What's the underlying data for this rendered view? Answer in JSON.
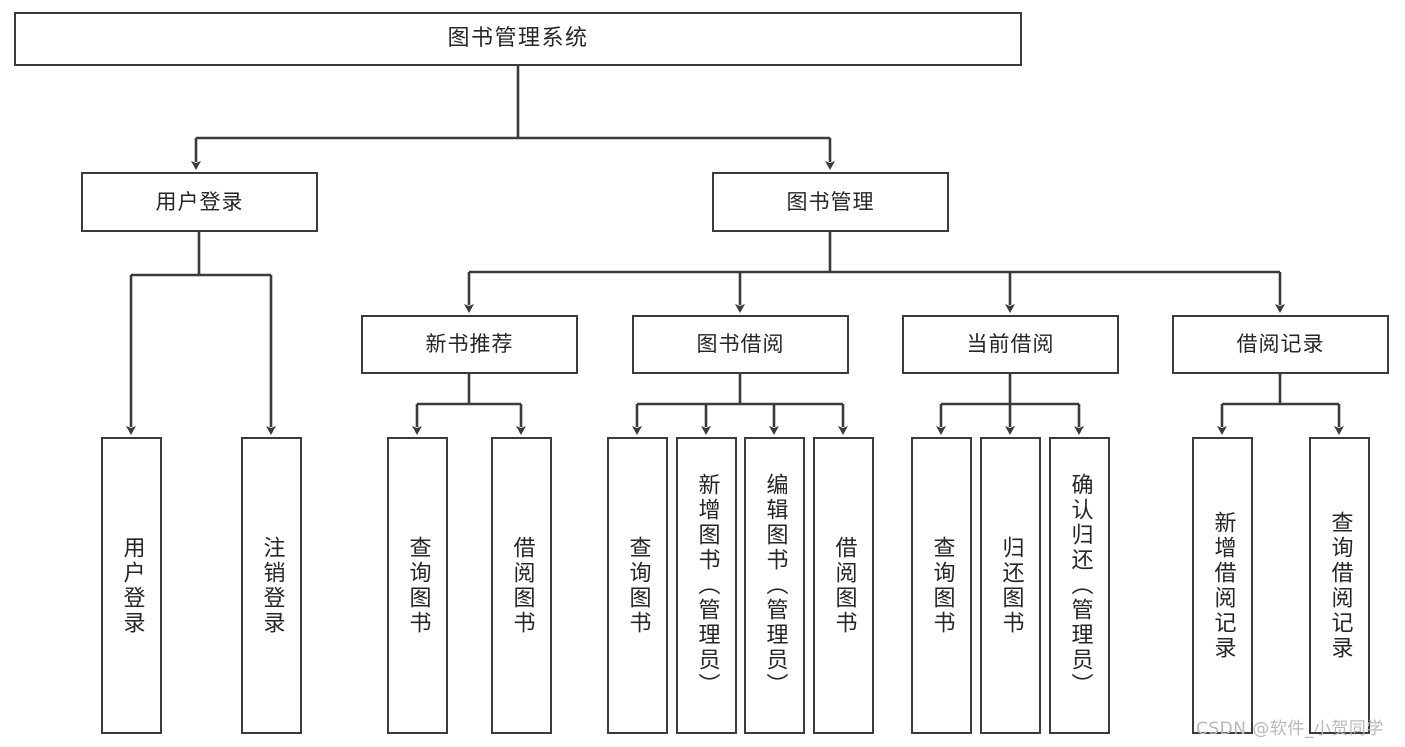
{
  "diagram": {
    "kind": "tree-hierarchy-chart",
    "title": "图书管理系统",
    "orientation": "top-down",
    "line_color": "#3b3b3b",
    "box_fill": "#ffffff",
    "text_color": "#262626",
    "levels": 4
  },
  "nodes": {
    "root": {
      "label": "图书管理系统"
    },
    "level2": [
      {
        "id": "user-login",
        "label": "用户登录"
      },
      {
        "id": "book-manage",
        "label": "图书管理"
      }
    ],
    "level3": [
      {
        "id": "new-book-recommend",
        "label": "新书推荐"
      },
      {
        "id": "book-borrow",
        "label": "图书借阅"
      },
      {
        "id": "current-borrow",
        "label": "当前借阅"
      },
      {
        "id": "borrow-record",
        "label": "借阅记录"
      }
    ],
    "leaves_user_login": [
      {
        "id": "leaf-user-login",
        "label": "用户登录"
      },
      {
        "id": "leaf-logout-login",
        "label": "注销登录"
      }
    ],
    "leaves_new_book_recommend": [
      {
        "id": "leaf-query-book-1",
        "label": "查询图书"
      },
      {
        "id": "leaf-borrow-book-1",
        "label": "借阅图书"
      }
    ],
    "leaves_book_borrow": [
      {
        "id": "leaf-query-book-2",
        "label": "查询图书"
      },
      {
        "id": "leaf-add-book",
        "label": "新增图书（管理员）"
      },
      {
        "id": "leaf-edit-book",
        "label": "编辑图书（管理员）"
      },
      {
        "id": "leaf-borrow-book-2",
        "label": "借阅图书"
      }
    ],
    "leaves_current_borrow": [
      {
        "id": "leaf-query-book-3",
        "label": "查询图书"
      },
      {
        "id": "leaf-return-book",
        "label": "归还图书"
      },
      {
        "id": "leaf-confirm-return",
        "label": "确认归还（管理员）"
      }
    ],
    "leaves_borrow_record": [
      {
        "id": "leaf-add-borrow-record",
        "label": "新增借阅记录"
      },
      {
        "id": "leaf-query-borrow-record",
        "label": "查询借阅记录"
      }
    ]
  },
  "watermark": {
    "text": "CSDN @软件_小贺同学"
  }
}
